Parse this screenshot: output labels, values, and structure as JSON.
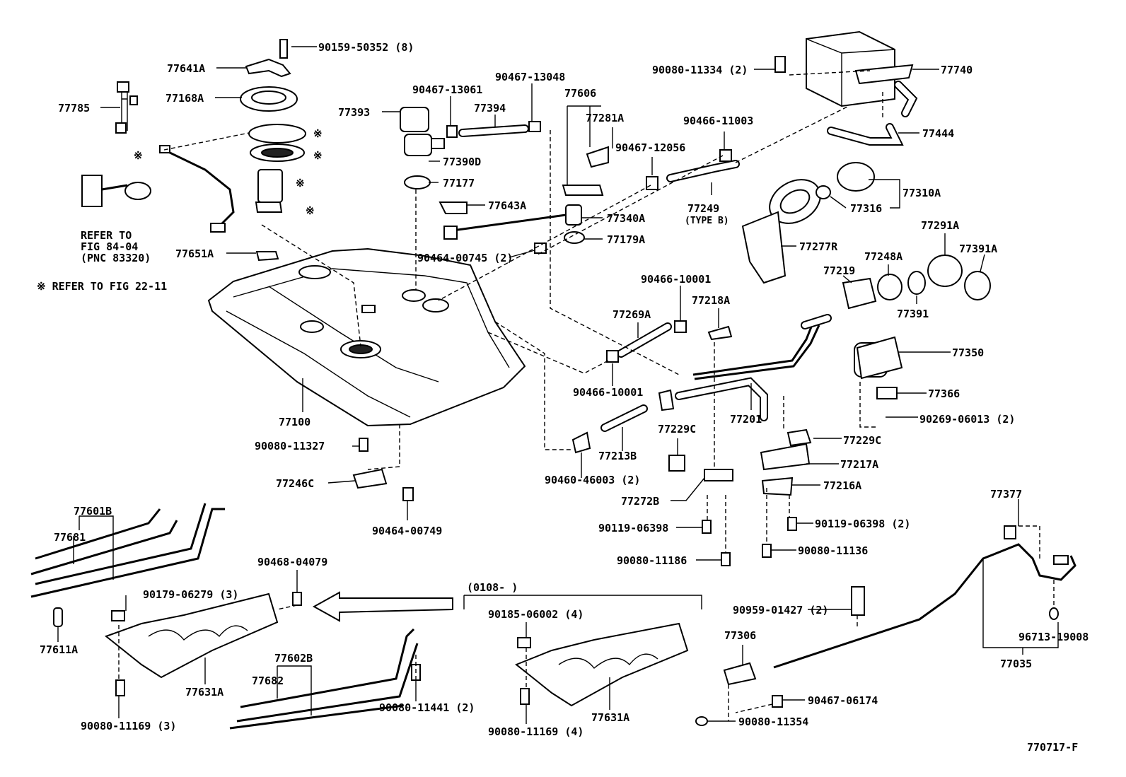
{
  "diagram_code": "770717-F",
  "notes": {
    "refer_fig": "※ REFER TO FIG 22-11",
    "refer_fig_line1": "REFER TO",
    "refer_fig_line2": "FIG 84-04",
    "refer_fig_line3": "(PNC 83320)",
    "type_b": "(TYPE B)",
    "date_range": "(0108-      )"
  },
  "asterisk": "※",
  "labels": {
    "p90159_50352": "90159-50352 (8)",
    "p77641A": "77641A",
    "p77168A": "77168A",
    "p77785": "77785",
    "p77651A": "77651A",
    "p77100": "77100",
    "p90080_11327": "90080-11327",
    "p77246C": "77246C",
    "p90464_00749": "90464-00749",
    "p77393": "77393",
    "p90467_13061": "90467-13061",
    "p77394": "77394",
    "p90467_13048": "90467-13048",
    "p77390D": "77390D",
    "p77177": "77177",
    "p77643A": "77643A",
    "p90464_00745": "90464-00745 (2)",
    "p77606": "77606",
    "p77281A": "77281A",
    "p90467_12056": "90467-12056",
    "p77340A": "77340A",
    "p77179A": "77179A",
    "p90080_11334": "90080-11334 (2)",
    "p77740": "77740",
    "p90466_11003": "90466-11003",
    "p77444": "77444",
    "p77249": "77249",
    "p77310A": "77310A",
    "p77316": "77316",
    "p77277R": "77277R",
    "p77291A": "77291A",
    "p77391A": "77391A",
    "p77248A": "77248A",
    "p77219": "77219",
    "p77391": "77391",
    "p90466_10001a": "90466-10001",
    "p77218A": "77218A",
    "p77269A": "77269A",
    "p90466_10001b": "90466-10001",
    "p77201": "77201",
    "p77350": "77350",
    "p77366": "77366",
    "p90269_06013": "90269-06013 (2)",
    "p77213B": "77213B",
    "p77229C_a": "77229C",
    "p77229C_b": "77229C",
    "p77217A": "77217A",
    "p90460_46003": "90460-46003 (2)",
    "p77272B": "77272B",
    "p77216A": "77216A",
    "p90119_06398a": "90119-06398",
    "p90119_06398b": "90119-06398 (2)",
    "p90080_11186": "90080-11186",
    "p90080_11136": "90080-11136",
    "p77377": "77377",
    "p77601B": "77601B",
    "p77681": "77681",
    "p90468_04079": "90468-04079",
    "p90179_06279": "90179-06279 (3)",
    "p77611A": "77611A",
    "p77631A_a": "77631A",
    "p90080_11169a": "90080-11169 (3)",
    "p77602B": "77602B",
    "p77682": "77682",
    "p90080_11441": "90080-11441 (2)",
    "p90185_06002": "90185-06002 (4)",
    "p77631A_b": "77631A",
    "p90080_11169b": "90080-11169 (4)",
    "p90959_01427": "90959-01427 (2)",
    "p77306": "77306",
    "p90467_06174": "90467-06174",
    "p90080_11354": "90080-11354",
    "p96713_19008": "96713-19008",
    "p77035": "77035"
  }
}
